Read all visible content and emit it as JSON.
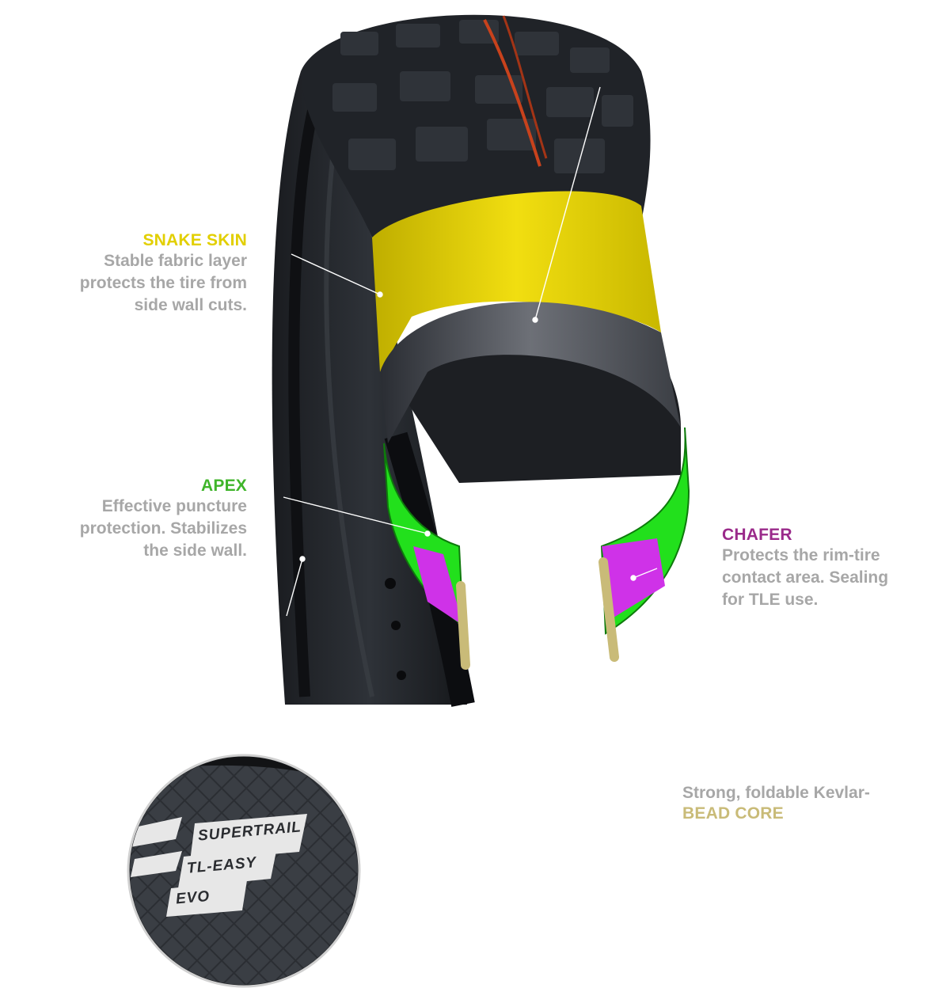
{
  "colors": {
    "snake_skin": "#e2cf00",
    "apex": "#3fb52a",
    "chafer": "#9a2a8a",
    "bead_core": "#c9bb78",
    "text_gray": "#a7a7a7"
  },
  "labels": {
    "snake_skin": {
      "title": "SNAKE SKIN",
      "lines": [
        "Stable fabric layer",
        "protects the tire from",
        "side wall cuts."
      ]
    },
    "apex": {
      "title": "APEX",
      "lines": [
        "Effective puncture",
        "protection. Stabilizes",
        "the side wall."
      ]
    },
    "chafer": {
      "title": "CHAFER",
      "lines": [
        "Protects the rim-tire",
        "contact area. Sealing",
        "for TLE use."
      ]
    },
    "bead_core": {
      "line": "Strong, foldable Kevlar-",
      "title": "BEAD CORE"
    }
  },
  "tire_marking": {
    "lines": [
      "SUPERTRAIL",
      "TL-EASY",
      "EVO"
    ]
  }
}
